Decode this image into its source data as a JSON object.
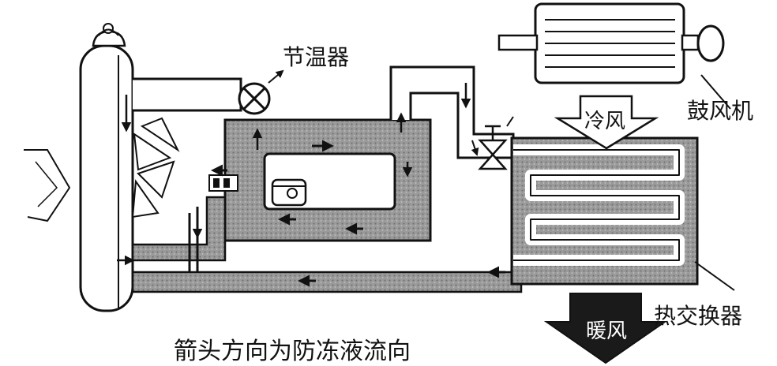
{
  "labels": {
    "thermostat": "节温器",
    "blower": "鼓风机",
    "cold_air": "冷风",
    "heat_exchanger": "热交换器",
    "warm_air": "暖风",
    "caption": "箭头方向为防冻液流向"
  },
  "colors": {
    "line": "#111111",
    "coolant_fill": "#8c8c8c",
    "coolant_light": "#b5b5b5",
    "background": "#ffffff",
    "warm_arrow": "#1a1a1a"
  },
  "icons": [
    "radiator-cap-icon",
    "fan-icon",
    "thermostat-valve-icon",
    "heater-valve-icon",
    "blower-icon"
  ]
}
